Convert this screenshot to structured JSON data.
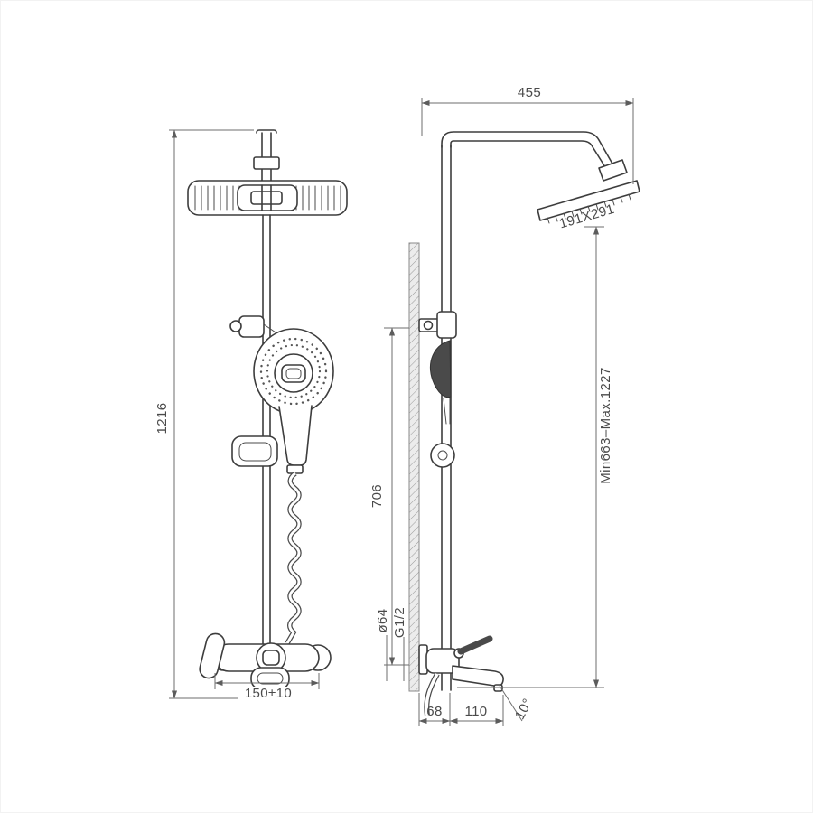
{
  "drawing_colors": {
    "line": "#3d3d3d",
    "dimension_line": "#6d6d6d",
    "text": "#4a4a4a",
    "wall_hatch": "#9a9a9a"
  },
  "labels": {
    "overall_height": "1216",
    "mixer_width": "150±10",
    "top_reach": "455",
    "head_dimensions": "191X291",
    "height_range": "Min663–Max.1227",
    "riser_height": "706",
    "escutcheon_diameter": "ø64",
    "connection_thread": "G1/2",
    "wall_to_riser": "68",
    "spout_length": "110",
    "spout_angle": "10°"
  }
}
